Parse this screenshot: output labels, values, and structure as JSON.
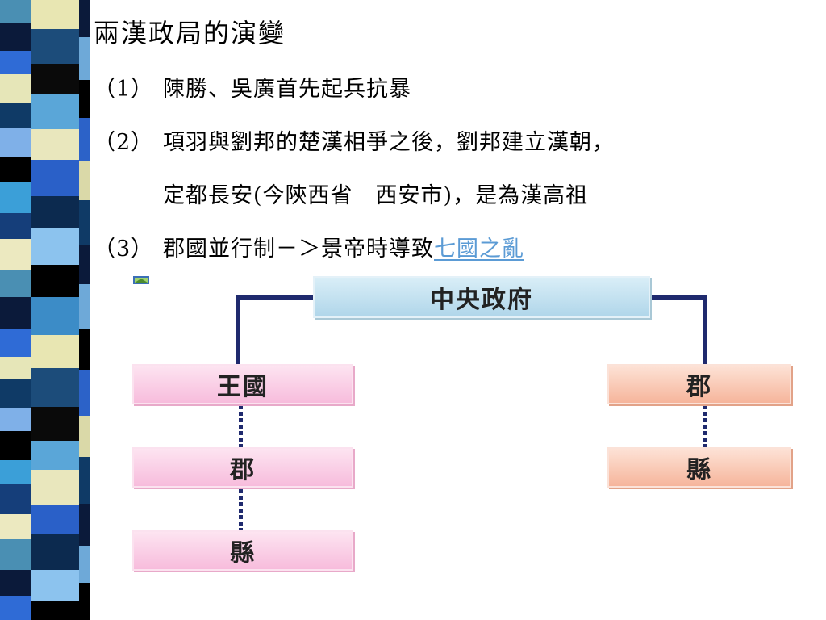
{
  "slide": {
    "title": "兩漢政局的演變",
    "items": [
      {
        "number": "（1）",
        "text": "陳勝、吳廣首先起兵抗暴"
      },
      {
        "number": "（2）",
        "text": "項羽與劉邦的楚漢相爭之後，劉邦建立漢朝，",
        "continuation": "定都長安(今陝西省　西安市)，是為漢高祖"
      },
      {
        "number": "（3）",
        "text": "郡國並行制－＞景帝時導致",
        "link_text": "七國之亂"
      }
    ]
  },
  "diagram": {
    "top": "中央政府",
    "left_branch": [
      "王國",
      "郡",
      "縣"
    ],
    "right_branch": [
      "郡",
      "縣"
    ]
  },
  "colors": {
    "link": "#5b9bd5",
    "connector": "#1f2a6e",
    "center_box": "#b0d6ea",
    "left_boxes": "#f7bcdc",
    "right_boxes": "#f6b59b"
  }
}
